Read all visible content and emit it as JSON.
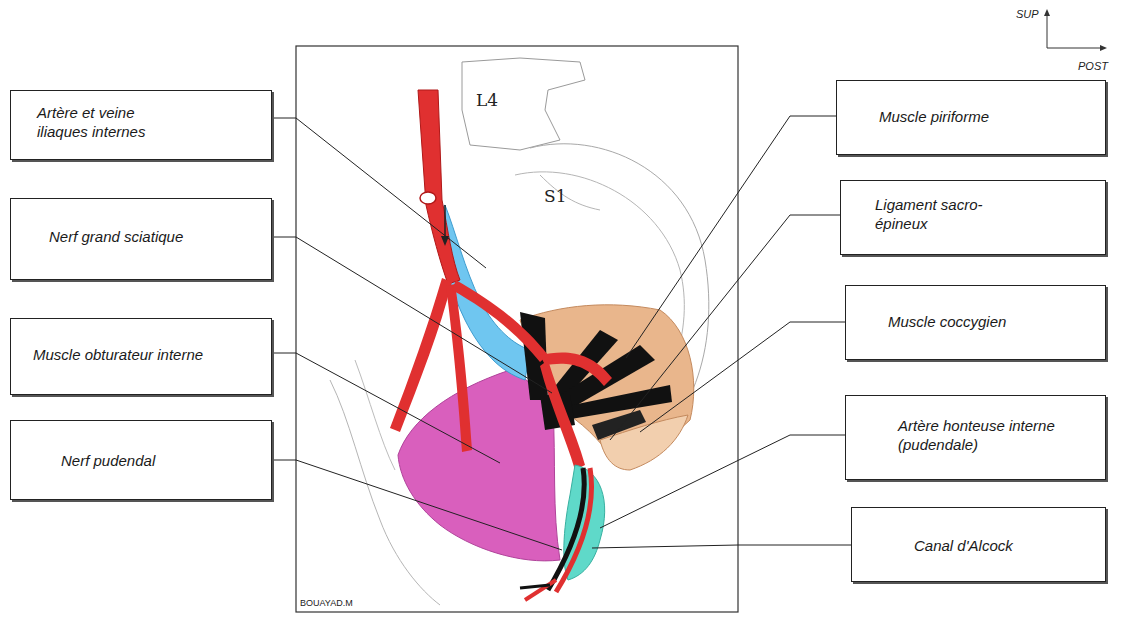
{
  "diagram": {
    "nodes": [
      {
        "text": [
          "Artère et veine iliaques internes"
        ]
      },
      {
        "text": [
          "Nerf grand sciatique"
        ]
      },
      {
        "text": [
          "Muscle obturateur interne"
        ]
      },
      {
        "text": [
          "Nerf pudendal"
        ]
      },
      {
        "text": [
          "Muscle piriforme"
        ]
      },
      {
        "text": [
          "Ligament sacro-épineux"
        ]
      },
      {
        "text": [
          "Muscle coccygien"
        ]
      },
      {
        "text": [
          "Artère honteuse interne (pudendale)"
        ]
      },
      {
        "text": [
          "Canal d'Alcock"
        ]
      }
    ],
    "labels": [
      "L4",
      "S1",
      "SUP",
      "POST",
      "BOUAYAD.M"
    ]
  }
}
